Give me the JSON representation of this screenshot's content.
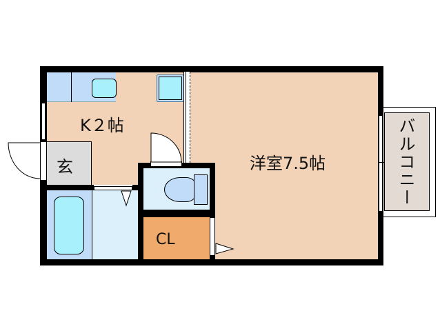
{
  "floorplan": {
    "rooms": {
      "kitchen": {
        "label": "K２帖",
        "color": "#f2d3b8"
      },
      "western_room": {
        "label": "洋室7.5帖",
        "color": "#f2d3b8"
      },
      "entrance": {
        "label": "玄",
        "color": "#dcdcdc"
      },
      "closet": {
        "label": "CL",
        "color": "#f0aa6c"
      },
      "toilet": {
        "label": "",
        "color": "#dcf0fc"
      },
      "bathroom": {
        "label": "",
        "color": "#c0dcf8"
      },
      "washroom": {
        "label": "",
        "color": "#dcf0fc"
      },
      "balcony": {
        "label": "バルコニー",
        "color": "#e4dad4"
      }
    },
    "colors": {
      "wall": "#000000",
      "fixture_light_blue": "#a8f0fc",
      "counter_blue": "#c0dcf8"
    }
  }
}
